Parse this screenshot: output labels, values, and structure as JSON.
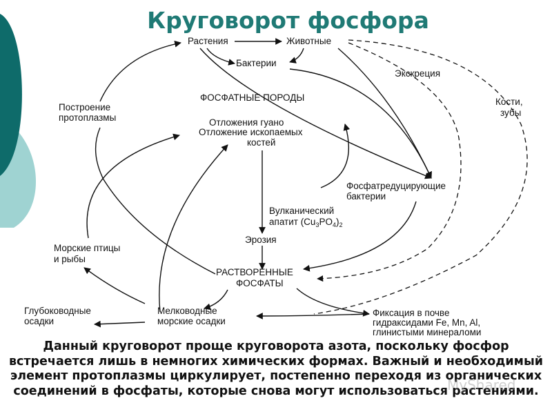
{
  "title": "Круговорот фосфора",
  "nodes": {
    "plants": "Растения",
    "animals": "Животные",
    "bacteria": "Бактерии",
    "excretion": "Экскреция",
    "bones_line1": "Кости,",
    "bones_line2": "зубы",
    "protoplasm_line1": "Построение",
    "protoplasm_line2": "протоплазмы",
    "phosphate_rocks": "ФОСФАТНЫЕ ПОРОДЫ",
    "guano_line1": "Отложения гуано",
    "guano_line2": "Отложение ископаемых",
    "guano_line3": "костей",
    "reducing_line1": "Фосфатредуцирующие",
    "reducing_line2": "бактерии",
    "volcanic_line1": "Вулканический",
    "volcanic_prefix": "апатит (Cu",
    "volcanic_sub1": "3",
    "volcanic_mid": "PO",
    "volcanic_sub2": "4",
    "volcanic_close": ")",
    "volcanic_sub3": "2",
    "erosion": "Эрозия",
    "seabirds_line1": "Морские птицы",
    "seabirds_line2": "и рыбы",
    "dissolved_line1": "РАСТВОРЕННЫЕ",
    "dissolved_line2": "ФОСФАТЫ",
    "deep_line1": "Глубоководные",
    "deep_line2": "осадки",
    "shallow_line1": "Мелководные",
    "shallow_line2": "морские осадки",
    "fixation_line1": "Фиксация в почве",
    "fixation_line2": "гидраксидами Fe, Mn, Al,",
    "fixation_line3": "глинистыми минераломи"
  },
  "caption": "Данный круговорот проще круговорота азота, поскольку фосфор встречается лишь в немногих химических формах. Важный и необходимый элемент протоплазмы циркулирует, постепенно переходя из органических соединений в фосфаты, которые снова могут использоваться растениями.",
  "watermark": "MyShared",
  "colors": {
    "title": "#1f7a75",
    "deco_dark": "#0e6b6a",
    "deco_light": "#9fd3d2",
    "ink": "#111111"
  }
}
